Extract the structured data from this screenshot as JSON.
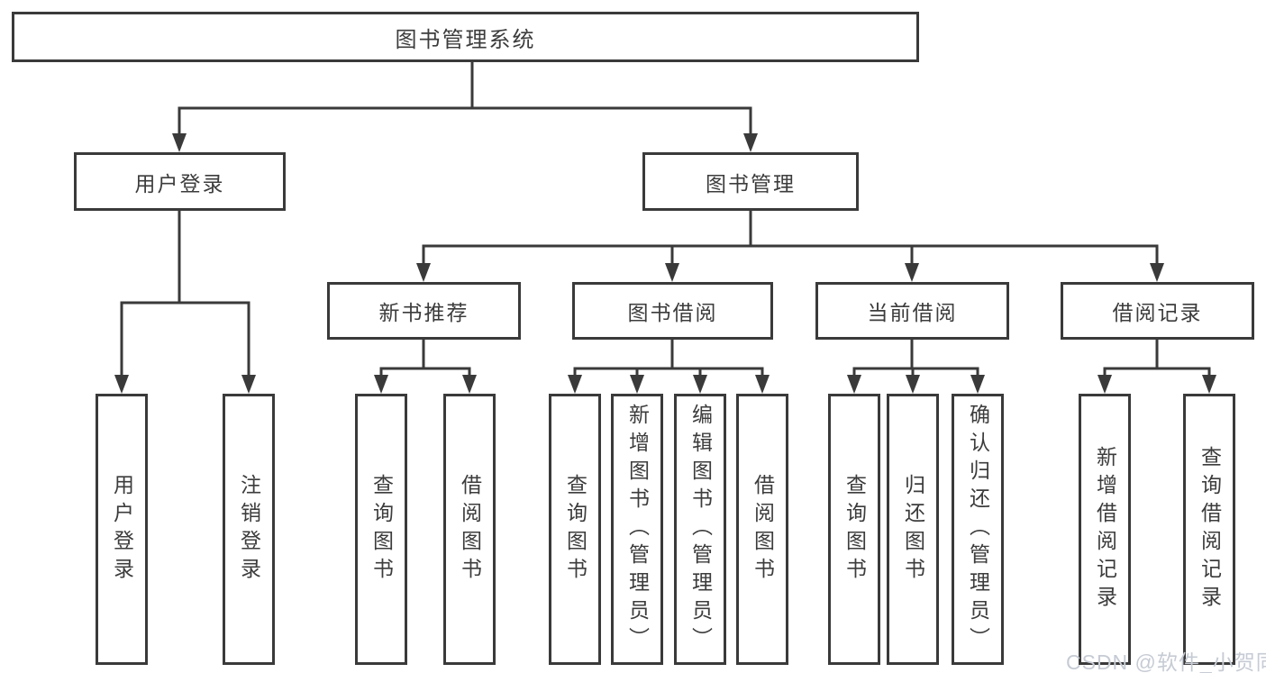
{
  "diagram": {
    "title": "图书管理系统",
    "branches": [
      {
        "label": "用户登录",
        "leaves": [
          {
            "label": "用户登录"
          },
          {
            "label": "注销登录"
          }
        ]
      },
      {
        "label": "图书管理",
        "children": [
          {
            "label": "新书推荐",
            "leaves": [
              {
                "label": "查询图书"
              },
              {
                "label": "借阅图书"
              }
            ]
          },
          {
            "label": "图书借阅",
            "leaves": [
              {
                "label": "查询图书"
              },
              {
                "label": "新增图书（管理员）"
              },
              {
                "label": "编辑图书（管理员）"
              },
              {
                "label": "借阅图书"
              }
            ]
          },
          {
            "label": "当前借阅",
            "leaves": [
              {
                "label": "查询图书"
              },
              {
                "label": "归还图书"
              },
              {
                "label": "确认归还（管理员）"
              }
            ]
          },
          {
            "label": "借阅记录",
            "leaves": [
              {
                "label": "新增借阅记录"
              },
              {
                "label": "查询借阅记录"
              }
            ]
          }
        ]
      }
    ]
  },
  "watermark": "CSDN @软件_小贺同学",
  "colors": {
    "line": "#3a3a3a",
    "text": "#3c3c3c",
    "background": "#ffffff",
    "watermark": "#c6cbd4"
  }
}
